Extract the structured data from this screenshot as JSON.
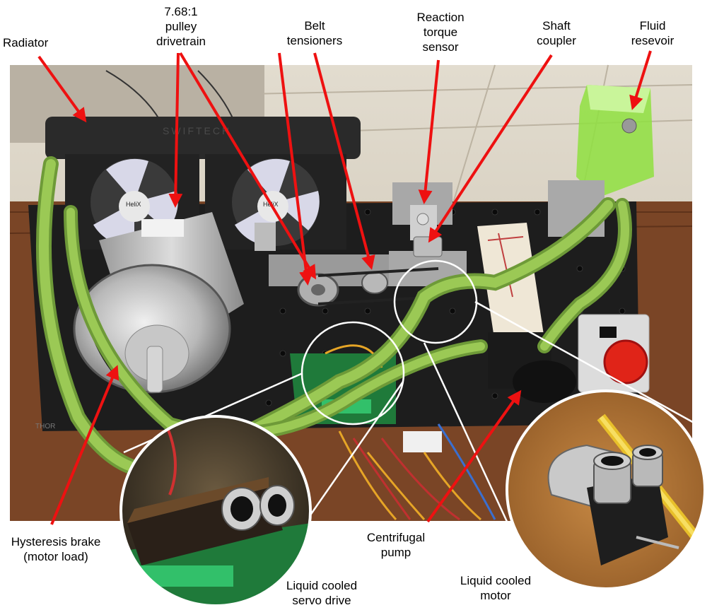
{
  "figure": {
    "labels": {
      "radiator": [
        "Radiator"
      ],
      "pulley_drivetrain": [
        "7.68:1",
        "pulley",
        "drivetrain"
      ],
      "belt_tensioners": [
        "Belt",
        "tensioners"
      ],
      "reaction_torque_sensor": [
        "Reaction",
        "torque",
        "sensor"
      ],
      "shaft_coupler": [
        "Shaft",
        "coupler"
      ],
      "fluid_reservoir": [
        "Fluid",
        "resevoir"
      ],
      "hysteresis_brake": [
        "Hysteresis brake",
        "(motor load)"
      ],
      "centrifugal_pump": [
        "Centrifugal",
        "pump"
      ],
      "servo_drive": [
        "Liquid cooled",
        "servo drive"
      ],
      "liquid_cooled_motor": [
        "Liquid cooled",
        "motor"
      ]
    },
    "photo_marks": {
      "radiator_brand": "SWIFTECH",
      "fan_brand_left": "HeliX",
      "fan_brand_right": "HeliX",
      "table_brand": "THOR"
    },
    "colors": {
      "arrow": "#ee1111",
      "tubing": "#8fbf4a",
      "breadboard": "#1d1d1d",
      "table_wood": "#7a4526",
      "floor": "#d9d2c4",
      "reservoir_fluid": "#8fe040",
      "estop": "#e02418"
    }
  }
}
